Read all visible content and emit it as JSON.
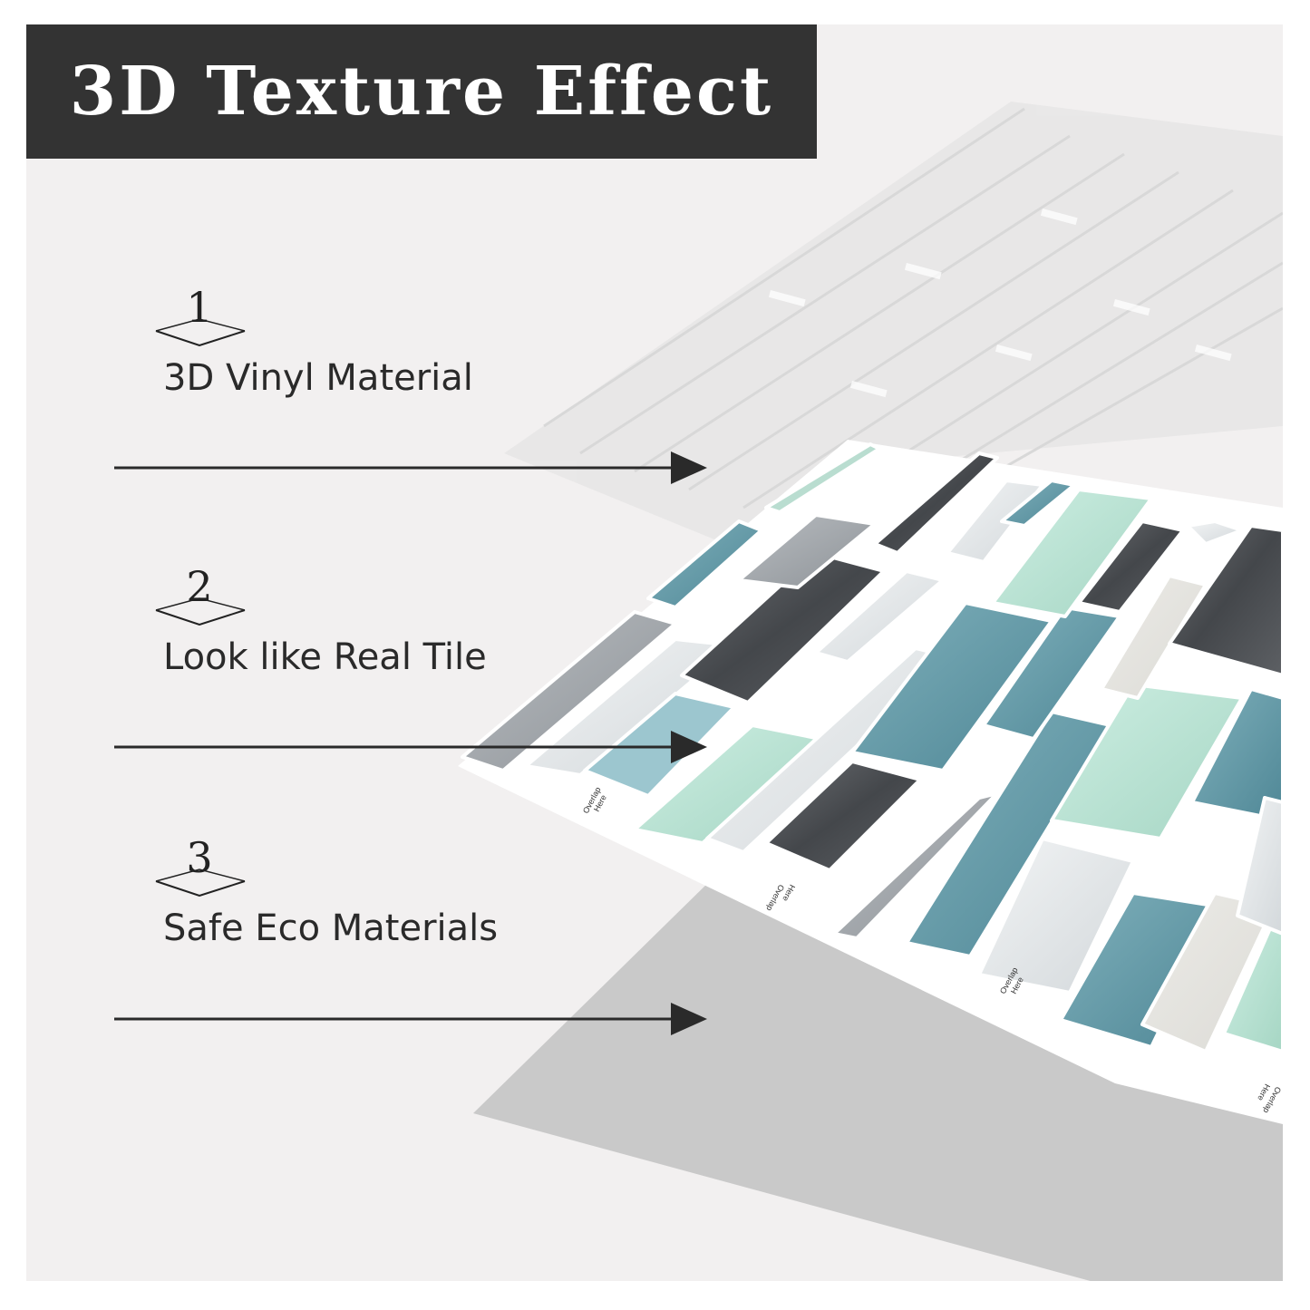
{
  "header": {
    "title": "3D Texture Effect"
  },
  "features": [
    {
      "number": "1",
      "label": "3D Vinyl Material"
    },
    {
      "number": "2",
      "label": "Look like Real Tile"
    },
    {
      "number": "3",
      "label": "Safe Eco Materials"
    }
  ],
  "tile_sheet": {
    "overlap_label_line1": "Overlap",
    "overlap_label_line2": "Here"
  },
  "colors": {
    "title_bar": "#333333",
    "background": "#f2f0f0",
    "teal": "#5f96a3",
    "mint": "#b7e0d0",
    "dark_marble": "#4a4c50",
    "light_marble": "#dfe3e5",
    "backing_sheet": "#c9c9c9"
  }
}
